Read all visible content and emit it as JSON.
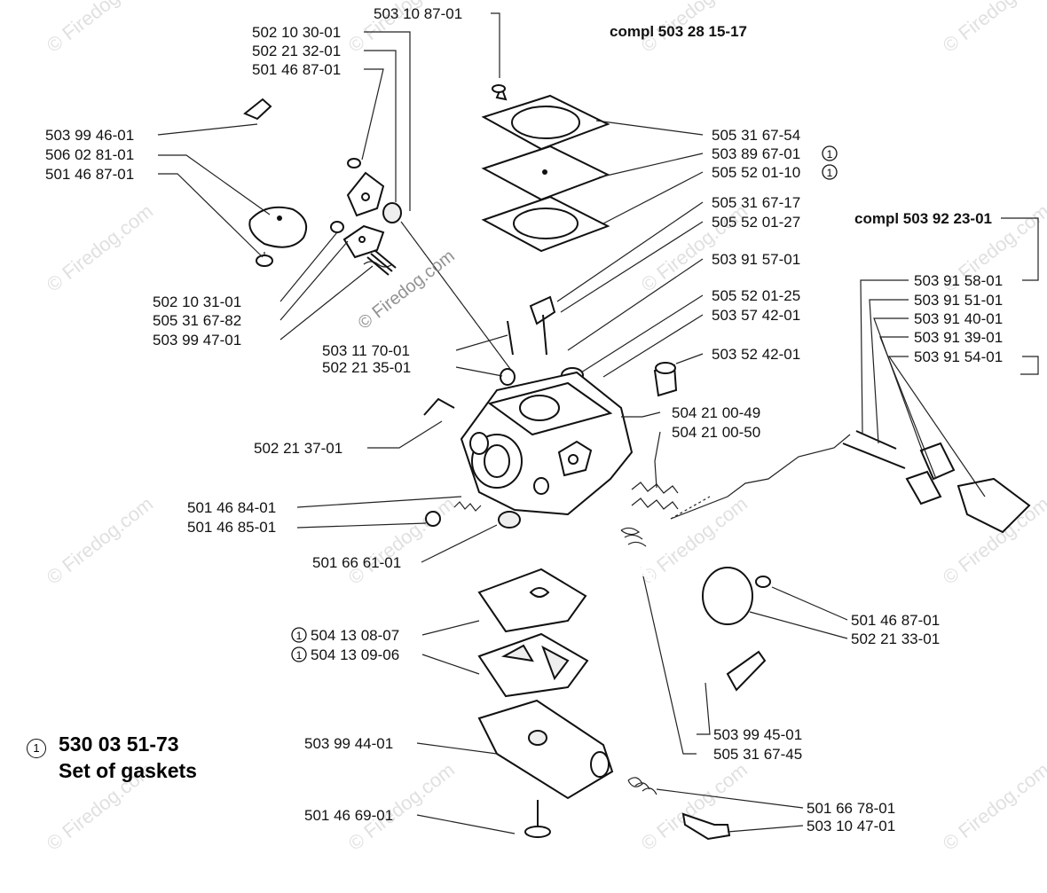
{
  "headers": {
    "compl_main": "compl 503 28 15-17",
    "compl_nozzle": "compl 503 92 23-01"
  },
  "watermark": {
    "text": "© Firedog.com",
    "center_text": "© Firedog.com"
  },
  "gasket_set": {
    "marker": "1",
    "part_number": "530 03 51-73",
    "label": "Set of gaskets"
  },
  "marker_symbol": "1",
  "labels": [
    "503 10 87-01",
    "502 10 30-01",
    "502 21 32-01",
    "501 46 87-01",
    "503 99 46-01",
    "506 02 81-01",
    "501 46 87-01",
    "505 31 67-54",
    "503 89 67-01",
    "505 52 01-10",
    "505 31 67-17",
    "505 52 01-27",
    "503 91 57-01",
    "505 52 01-25",
    "503 57 42-01",
    "503 52 42-01",
    "502 10 31-01",
    "505 31 67-82",
    "503 99 47-01",
    "503 11 70-01",
    "502 21 35-01",
    "503 91 58-01",
    "503 91 51-01",
    "503 91 40-01",
    "503 91 39-01",
    "503 91 54-01",
    "504 21 00-49",
    "504 21 00-50",
    "502 21 37-01",
    "501 46 84-01",
    "501 46 85-01",
    "501 66 61-01",
    "501 46 87-01",
    "502 21 33-01",
    "504 13 08-07",
    "504 13 09-06",
    "503 99 44-01",
    "503 99 45-01",
    "505 31 67-45",
    "501 66 78-01",
    "503 10 47-01",
    "501 46 69-01"
  ],
  "colors": {
    "ink": "#111111",
    "watermark": "#c8c8c8",
    "background": "#ffffff"
  }
}
